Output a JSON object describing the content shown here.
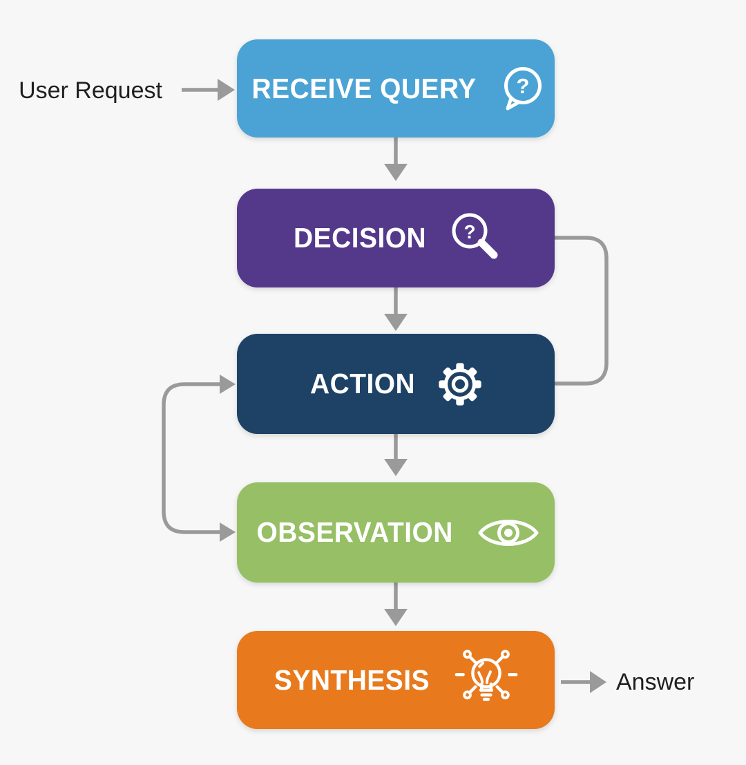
{
  "diagram": {
    "background": "#f7f7f7",
    "connector_color": "#9a9a9a",
    "endpoints": {
      "input_label": "User Request",
      "output_label": "Answer"
    },
    "nodes": [
      {
        "label": "RECEIVE QUERY",
        "icon": "question-speech-bubble-icon",
        "color": "#4aa3d4"
      },
      {
        "label": "DECISION",
        "icon": "magnifier-question-icon",
        "color": "#54398b"
      },
      {
        "label": "ACTION",
        "icon": "gear-icon",
        "color": "#1e4265"
      },
      {
        "label": "OBSERVATION",
        "icon": "eye-icon",
        "color": "#96bf66"
      },
      {
        "label": "SYNTHESIS",
        "icon": "idea-lightbulb-icon",
        "color": "#e87a1d"
      }
    ],
    "icon_glyphs": {
      "question_mark": "?"
    }
  }
}
